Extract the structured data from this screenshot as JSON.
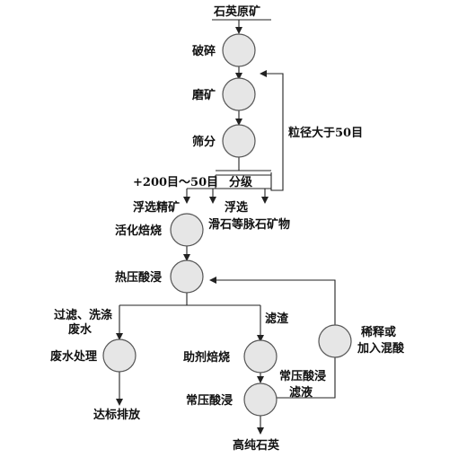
{
  "raw_ore": "石英原矿",
  "crushing": "破碎",
  "grinding": "磨矿",
  "screening": "筛分",
  "oversize_return": "粒径大于50目",
  "size_range": "+200目～50目",
  "classification": "分级",
  "flotation_concentrate": "浮选精矿",
  "flotation": "浮选",
  "talc_gangue": "滑石等脉石矿物",
  "activation_roasting": "活化焙烧",
  "hot_pressure_leaching": "热压酸浸",
  "filter_wash_line1": "过滤、洗涤",
  "filter_wash_line2": "废水",
  "filter_residue": "滤渣",
  "dilute_line1": "稀释或",
  "dilute_line2": "加入混酸",
  "wastewater_treatment": "废水处理",
  "additive_roasting": "助剂焙烧",
  "atmospheric_leach_filtrate_line1": "常压酸浸",
  "atmospheric_leach_filtrate_line2": "滤液",
  "atmospheric_leaching": "常压酸浸",
  "discharge_standard": "达标排放",
  "high_purity_quartz": "高纯石英"
}
